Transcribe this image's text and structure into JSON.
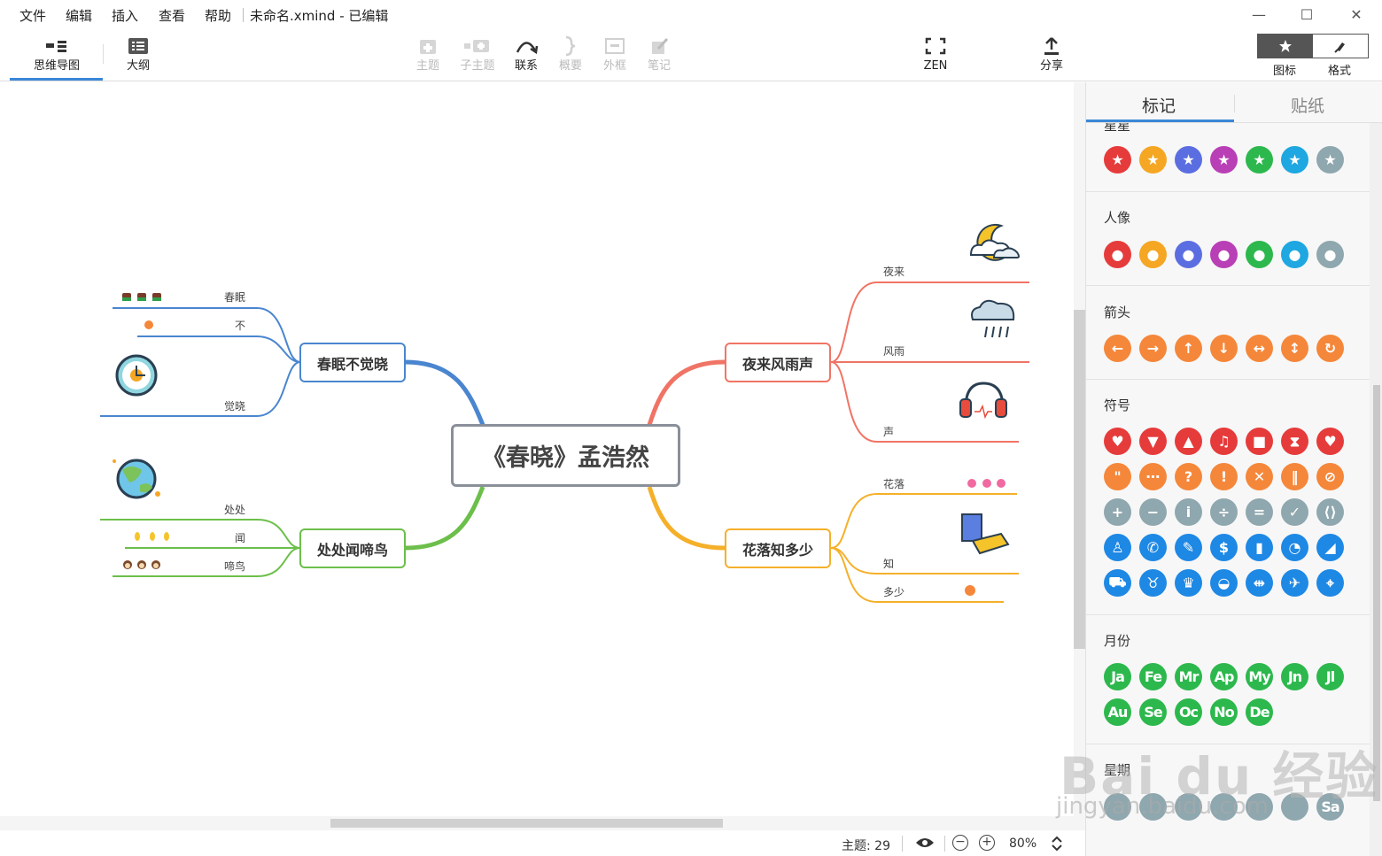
{
  "menu": {
    "items": [
      "文件",
      "编辑",
      "插入",
      "查看",
      "帮助"
    ],
    "document_title": "未命名.xmind - 已编辑"
  },
  "toolbar": {
    "mindmap_label": "思维导图",
    "outline_label": "大纲",
    "topic_label": "主题",
    "subtopic_label": "子主题",
    "relationship_label": "联系",
    "summary_label": "概要",
    "boundary_label": "外框",
    "notes_label": "笔记",
    "zen_label": "ZEN",
    "share_label": "分享",
    "icon_tab_label": "图标",
    "format_tab_label": "格式"
  },
  "mindmap": {
    "central": "《春晓》孟浩然",
    "topics": {
      "t1": "春眠不觉晓",
      "t2": "处处闻啼鸟",
      "t3": "夜来风雨声",
      "t4": "花落知多少"
    },
    "leaves": {
      "t1_a": "春眠",
      "t1_b": "不",
      "t1_c": "觉晓",
      "t2_a": "处处",
      "t2_b": "闻",
      "t2_c": "啼鸟",
      "t3_a": "夜来",
      "t3_b": "风雨",
      "t3_c": "声",
      "t4_a": "花落",
      "t4_b": "知",
      "t4_c": "多少"
    },
    "colors": {
      "central_border": "#8a8f99",
      "t1": "#4a86cf",
      "t2": "#6cbf4a",
      "t3": "#f07465",
      "t4": "#f5b02a"
    }
  },
  "status": {
    "topic_count": "主题: 29",
    "zoom": "80%"
  },
  "panel": {
    "tab_markers": "标记",
    "tab_stickers": "贴纸",
    "sections": {
      "star_title": "星星",
      "people_title": "人像",
      "arrow_title": "箭头",
      "symbol_title": "符号",
      "month_title": "月份",
      "week_title": "星期"
    },
    "months": [
      "Ja",
      "Fe",
      "Mr",
      "Ap",
      "My",
      "Jn",
      "Jl",
      "Au",
      "Se",
      "Oc",
      "No",
      "De"
    ],
    "weekdays_visible": [
      "Sa"
    ],
    "marker_colors": [
      "#e63b3b",
      "#f5a623",
      "#5b6ee1",
      "#b93fb6",
      "#2db84d",
      "#1ea7e1",
      "#8fa7ae"
    ]
  },
  "watermark": {
    "text": "Bai du 经验",
    "url": "jingyan.baidu.com"
  }
}
